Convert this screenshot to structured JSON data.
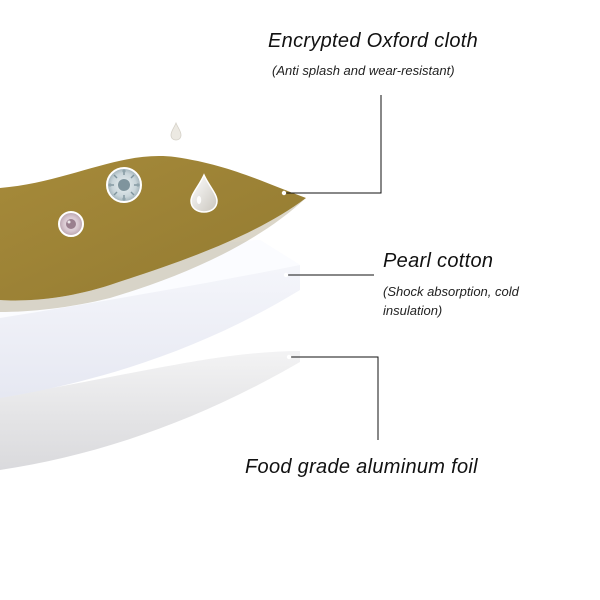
{
  "layers": [
    {
      "title": "Encrypted Oxford cloth",
      "description": "(Anti splash and wear-resistant)",
      "color": "#9e8436"
    },
    {
      "title": "Pearl cotton",
      "description": "(Shock absorption, cold insulation)",
      "color": "#f1f2f8"
    },
    {
      "title": "Food grade aluminum foil",
      "description": "",
      "color": "#e4e4e6"
    }
  ],
  "icons": [
    "virus-particle-icon",
    "water-drop-icon",
    "dust-particle-icon",
    "small-droplet-icon"
  ]
}
